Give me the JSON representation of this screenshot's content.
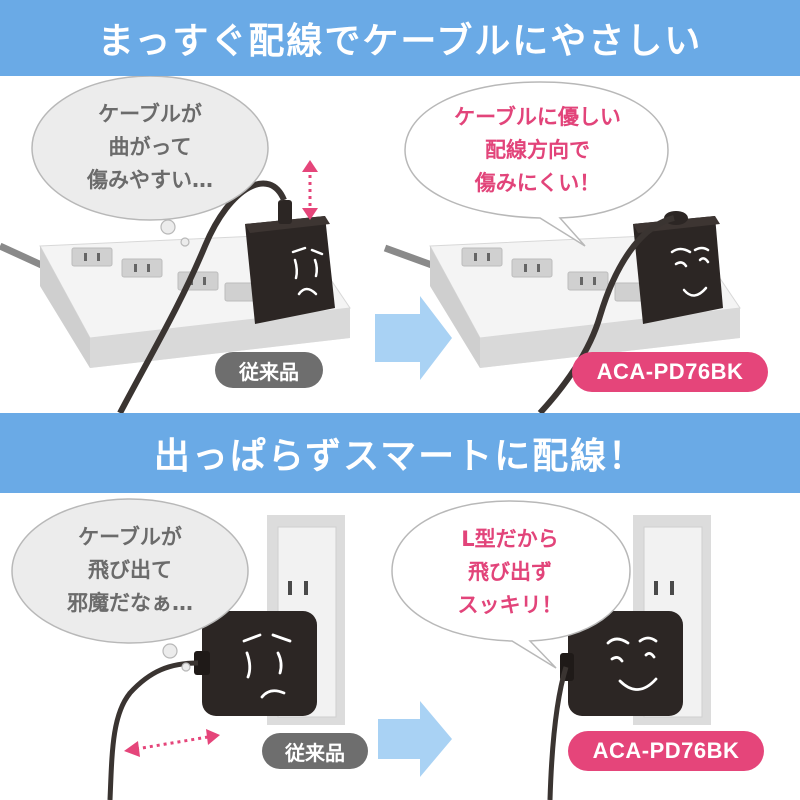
{
  "section1": {
    "title": "まっすぐ配線でケーブルにやさしい",
    "left_bubble": "ケーブルが\n曲がって\n傷みやすい…",
    "right_bubble": "ケーブルに優しい\n配線方向で\n傷みにくい！",
    "left_label": "従来品",
    "right_label": "ACA-PD76BK"
  },
  "section2": {
    "title": "出っぱらずスマートに配線！",
    "left_bubble": "ケーブルが\n飛び出て\n邪魔だなぁ…",
    "right_bubble": "L型だから\n飛び出ず\nスッキリ！",
    "left_label": "従来品",
    "right_label": "ACA-PD76BK"
  },
  "colors": {
    "banner": "#6aaae6",
    "pink": "#e5457a",
    "gray_label": "#6e6e6e",
    "arrow": "#a9d2f4"
  },
  "icons": [
    "speech-bubble",
    "power-strip",
    "charger",
    "wall-outlet",
    "arrow-right",
    "double-arrow"
  ]
}
